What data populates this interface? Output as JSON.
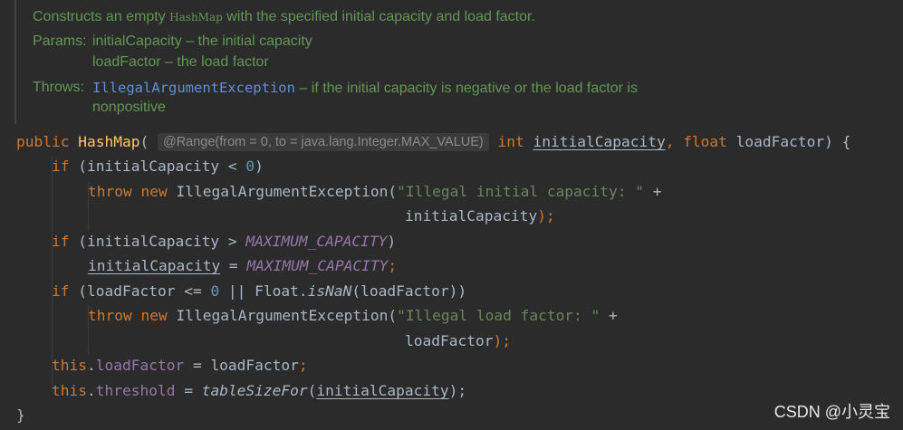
{
  "javadoc": {
    "desc_prefix": "Constructs an empty ",
    "desc_class": "HashMap",
    "desc_suffix": " with the specified initial capacity and load factor.",
    "params_label": "Params:",
    "param1": "initialCapacity – the initial capacity",
    "param2": "loadFactor – the load factor",
    "throws_label": "Throws:",
    "throws_link": "IllegalArgumentException",
    "throws_text1": " – if the initial capacity is negative or the load factor is",
    "throws_text2": "nonpositive"
  },
  "code": {
    "public": "public",
    "ctor_name": "HashMap",
    "open_paren": "(",
    "range_hint": "@Range(from = 0, to = java.lang.Integer.MAX_VALUE)",
    "int": "int",
    "p_initialCapacity": "initialCapacity",
    "comma": ",",
    "float": "float",
    "p_loadFactor": "loadFactor",
    "sig_end": ") {",
    "if": "if",
    "cond1_a": "(initialCapacity < ",
    "zero": "0",
    "close_paren": ")",
    "throw": "throw",
    "new": "new",
    "iae_open": "IllegalArgumentException(",
    "str_initial": "\"Illegal initial capacity: \"",
    "plus": " +",
    "arg_initialCapacity": "initialCapacity",
    "close_semi": ");",
    "cond2_a": "(initialCapacity > ",
    "max_cap": "MAXIMUM_CAPACITY",
    "assign_lhs": "initialCapacity",
    "assign_eq": " = ",
    "semi": ";",
    "cond3_a": "(loadFactor <= ",
    "cond3_b": " || Float.",
    "isnan": "isNaN",
    "cond3_c": "(loadFactor))",
    "str_load": "\"Illegal load factor: \"",
    "arg_loadFactor": "loadFactor",
    "this": "this",
    "dot": ".",
    "f_loadFactor": "loadFactor",
    "eq_loadFactor": " = loadFactor",
    "f_threshold": "threshold",
    "eq": " = ",
    "tsf": "tableSizeFor",
    "arg_open": "(",
    "close_brace": "}"
  },
  "watermark": "CSDN @小灵宝"
}
